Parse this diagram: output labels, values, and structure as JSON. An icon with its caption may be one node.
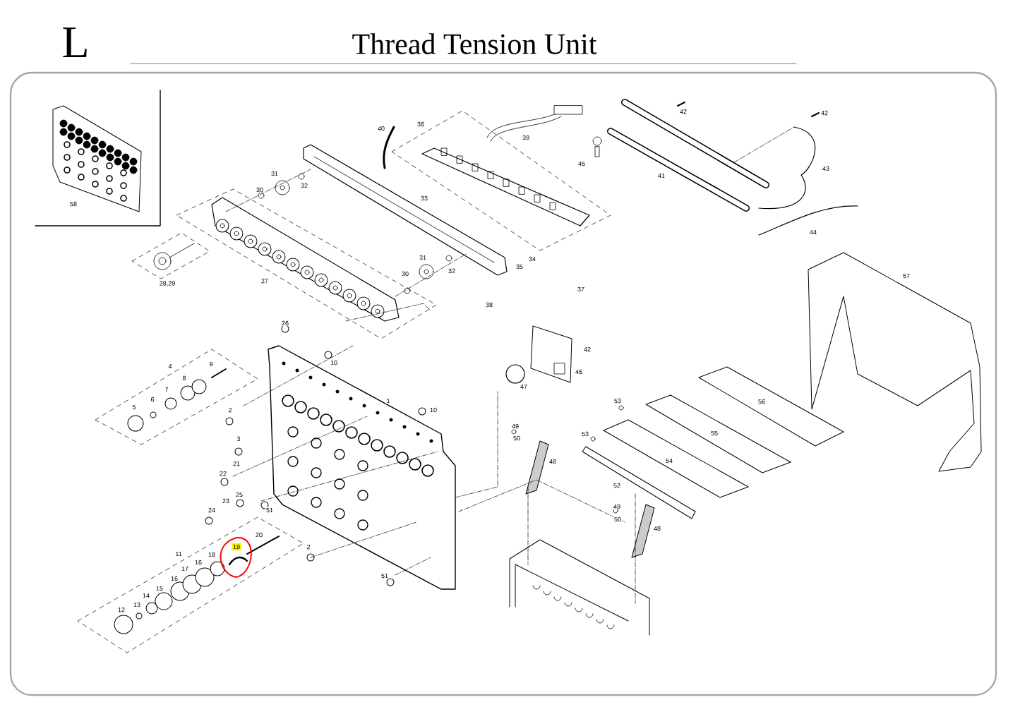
{
  "diagram": {
    "title": "Thread Tension Unit",
    "labels": [
      "L",
      "40",
      "36",
      "42",
      "42",
      "39",
      "45",
      "31",
      "41",
      "43",
      "32",
      "30",
      "33",
      "58",
      "44",
      "31",
      "34",
      "35",
      "32",
      "30",
      "57",
      "27",
      "28,29",
      "37",
      "38",
      "26",
      "42",
      "4",
      "9",
      "10",
      "46",
      "8",
      "47",
      "7",
      "6",
      "1",
      "53",
      "56",
      "5",
      "2",
      "10",
      "49",
      "3",
      "50",
      "53",
      "55",
      "48",
      "54",
      "21",
      "22",
      "52",
      "25",
      "23",
      "24",
      "51",
      "49",
      "50",
      "48",
      "20",
      "19",
      "2",
      "11",
      "18",
      "16",
      "17",
      "51",
      "16",
      "15",
      "14",
      "13",
      "12"
    ]
  }
}
